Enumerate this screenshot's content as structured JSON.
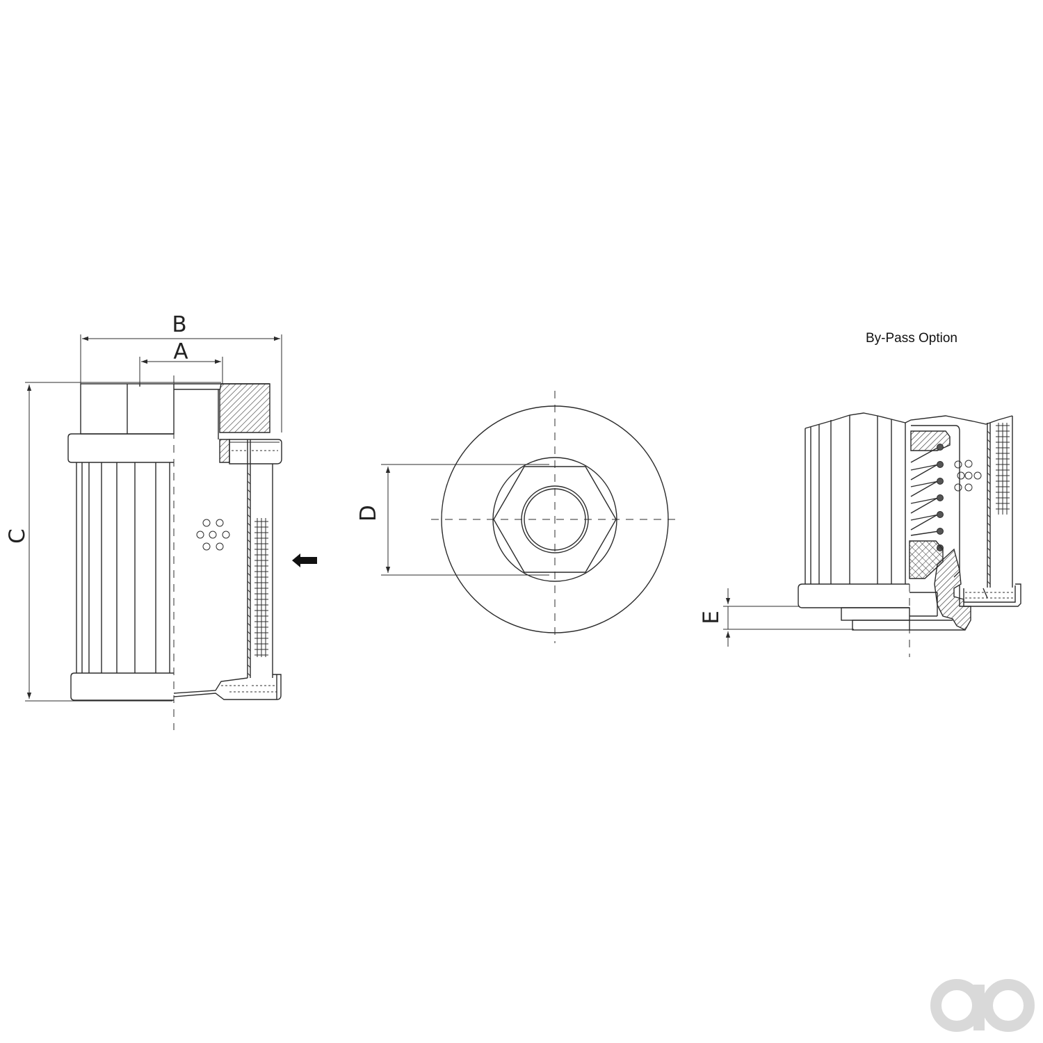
{
  "dimensions": {
    "a": "A",
    "b": "B",
    "c": "C",
    "d": "D",
    "e": "E"
  },
  "bypass_label": "By-Pass Option",
  "logo": {
    "text": "ao",
    "color": "#d9d9d9"
  },
  "colors": {
    "line": "#2b2b2b",
    "background": "#ffffff"
  }
}
